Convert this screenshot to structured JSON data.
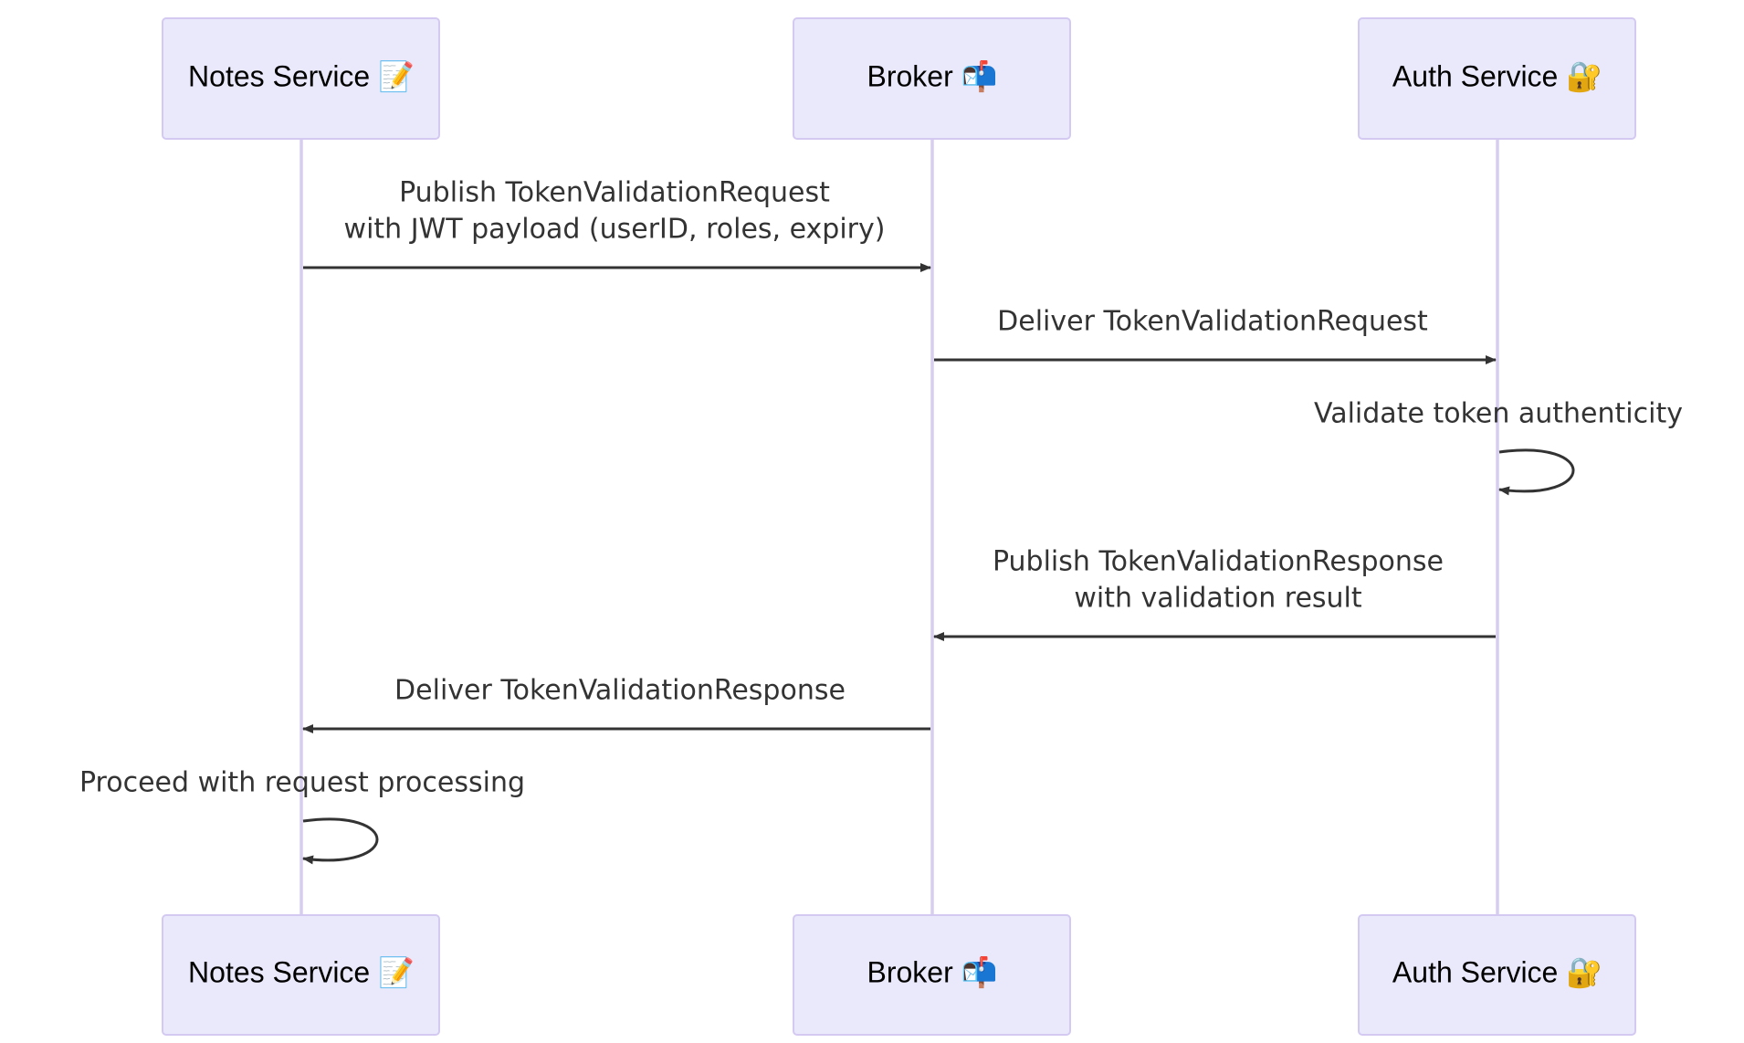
{
  "participants": [
    {
      "id": "notes",
      "label": "Notes Service 📝"
    },
    {
      "id": "broker",
      "label": "Broker 📬"
    },
    {
      "id": "auth",
      "label": "Auth Service 🔐"
    }
  ],
  "messages": [
    {
      "from": "notes",
      "to": "broker",
      "lines": [
        "Publish TokenValidationRequest",
        "with JWT payload (userID, roles, expiry)"
      ]
    },
    {
      "from": "broker",
      "to": "auth",
      "lines": [
        "Deliver TokenValidationRequest"
      ]
    },
    {
      "from": "auth",
      "to": "auth",
      "lines": [
        "Validate token authenticity"
      ]
    },
    {
      "from": "auth",
      "to": "broker",
      "lines": [
        "Publish TokenValidationResponse",
        "with validation result"
      ]
    },
    {
      "from": "broker",
      "to": "notes",
      "lines": [
        "Deliver TokenValidationResponse"
      ]
    },
    {
      "from": "notes",
      "to": "notes",
      "lines": [
        "Proceed with request processing"
      ]
    }
  ]
}
